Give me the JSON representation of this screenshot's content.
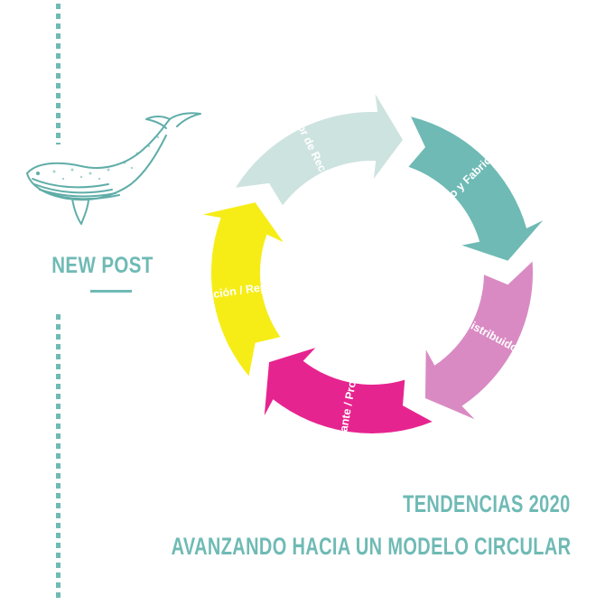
{
  "badge": {
    "text": "NEW POST"
  },
  "cycle": [
    {
      "label": "Sector de Reciclaje",
      "color": "#cde3df"
    },
    {
      "label": "Diseño y Fabricación",
      "color": "#6fbab5"
    },
    {
      "label": "Distribuidor",
      "color": "#d98ac3"
    },
    {
      "label": "Restaurante / Propietario",
      "color": "#e6248f"
    },
    {
      "label": "Reutilización / Reparación",
      "color": "#f6ed17"
    }
  ],
  "title": {
    "line1": "TENDENCIAS 2020",
    "line2": "AVANZANDO HACIA UN MODELO CIRCULAR"
  },
  "colors": {
    "accent": "#6fbab5"
  },
  "icons": {
    "mascot": "whale-illustration"
  }
}
